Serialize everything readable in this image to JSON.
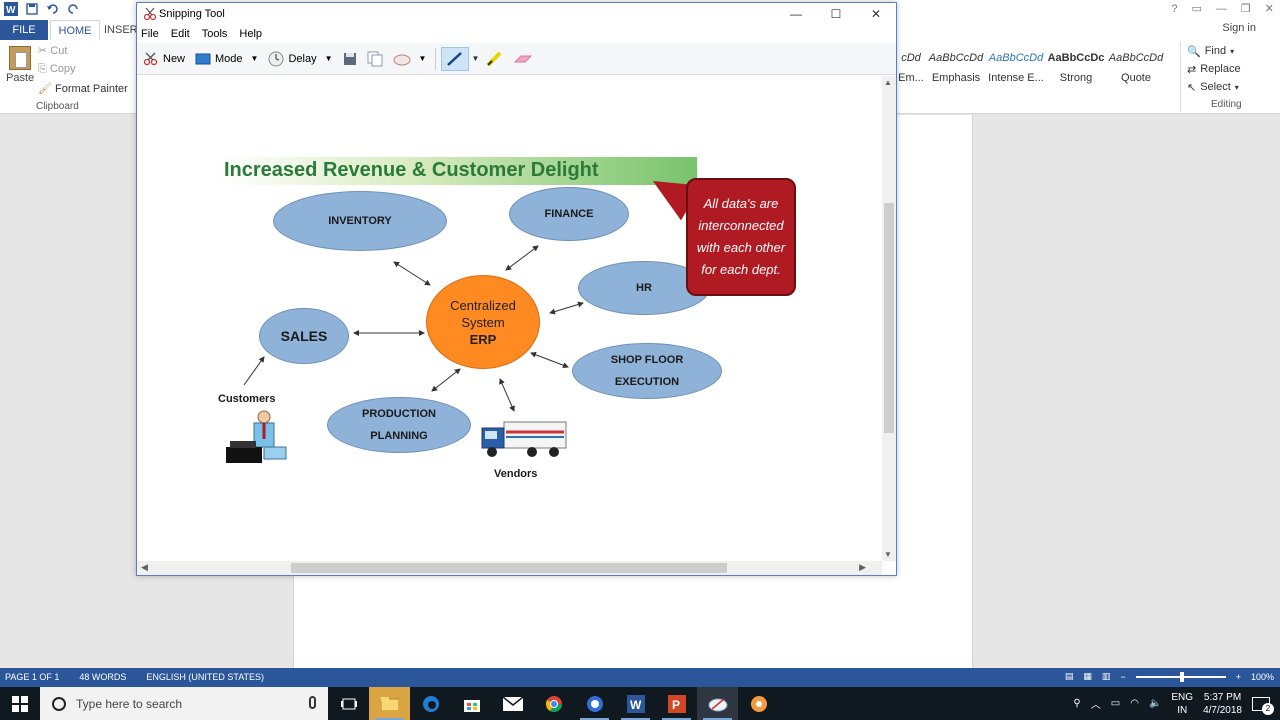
{
  "word": {
    "tabs": {
      "file": "FILE",
      "home": "HOME",
      "insert": "INSER"
    },
    "signin": "Sign in",
    "clipboard": {
      "paste": "Paste",
      "cut": "Cut",
      "copy": "Copy",
      "format_painter": "Format Painter",
      "label": "Clipboard"
    },
    "styles": [
      {
        "preview": "cDd",
        "name": "Em..."
      },
      {
        "preview": "AaBbCcDd",
        "name": "Emphasis"
      },
      {
        "preview": "AaBbCcDd",
        "name": "Intense E..."
      },
      {
        "preview": "AaBbCcDc",
        "name": "Strong"
      },
      {
        "preview": "AaBbCcDd",
        "name": "Quote"
      }
    ],
    "editing": {
      "find": "Find",
      "replace": "Replace",
      "select": "Select",
      "label": "Editing"
    },
    "status": {
      "page": "PAGE 1 OF 1",
      "words": "48 WORDS",
      "language": "ENGLISH (UNITED STATES)",
      "zoom": "100%"
    }
  },
  "snip": {
    "title": "Snipping Tool",
    "menu": [
      "File",
      "Edit",
      "Tools",
      "Help"
    ],
    "toolbar": {
      "new": "New",
      "mode": "Mode",
      "delay": "Delay"
    },
    "slide": {
      "title": "Increased Revenue & Customer Delight",
      "center": [
        "Centralized",
        "System",
        "ERP"
      ],
      "nodes": {
        "inventory": "INVENTORY",
        "finance": "FINANCE",
        "hr": "HR",
        "sales": "SALES",
        "shop_floor": "SHOP FLOOR",
        "execution": "EXECUTION",
        "production": "PRODUCTION",
        "planning": "PLANNING"
      },
      "customers": "Customers",
      "vendors": "Vendors",
      "callout": "All data's are interconnected with each other for each dept."
    }
  },
  "taskbar": {
    "search_placeholder": "Type here to search",
    "lang": "ENG",
    "region": "IN",
    "time": "5:37 PM",
    "date": "4/7/2018",
    "notifications": "2"
  }
}
